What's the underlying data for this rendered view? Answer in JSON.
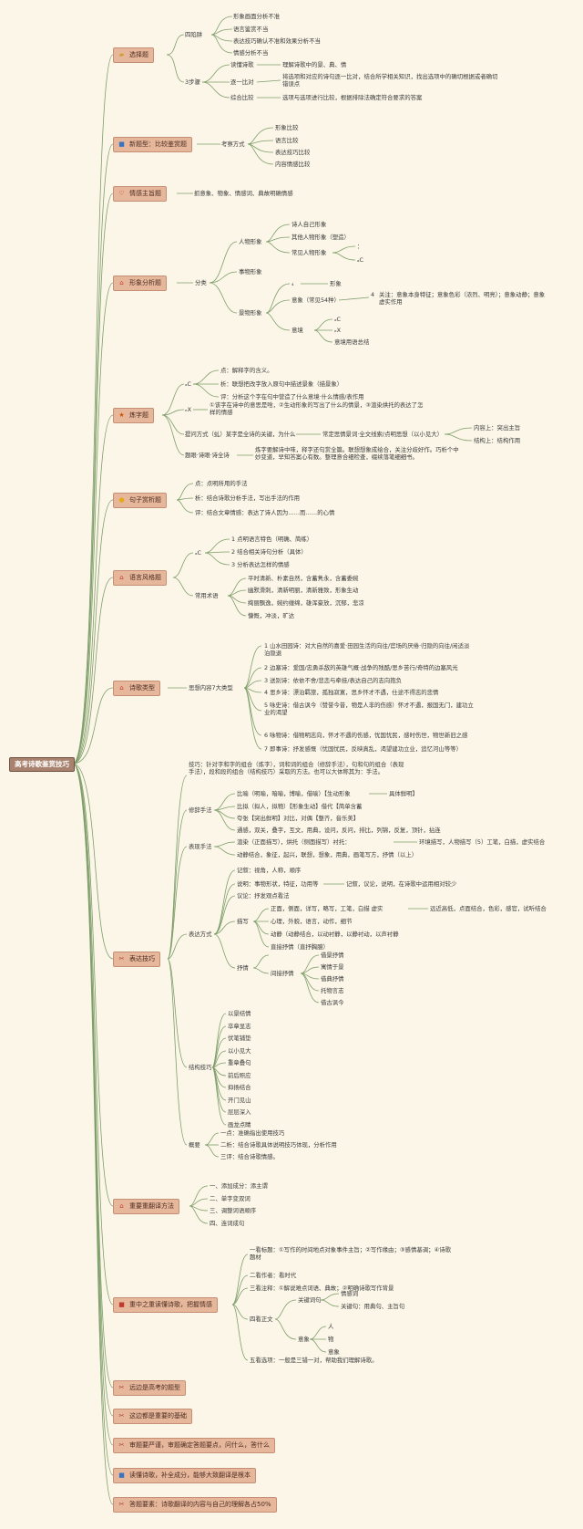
{
  "root": "高考诗歌鉴赏技巧",
  "colors": {
    "background": "#fbf6e8",
    "line": "#7f9e6a",
    "box": "#e7b79c",
    "root": "#a9826f"
  },
  "branches": [
    {
      "title": "选择题",
      "icon": "folder-icon"
    },
    {
      "title": "新题型：比较鉴赏题",
      "icon": "blue-square-icon"
    },
    {
      "title": "情感主旨题",
      "icon": "heart-icon"
    },
    {
      "title": "形象分析题",
      "icon": "home-icon"
    },
    {
      "title": "炼字题",
      "icon": "star-icon"
    },
    {
      "title": "句子赏析题",
      "icon": "bulb-icon"
    },
    {
      "title": "语言风格题",
      "icon": "home-icon"
    },
    {
      "title": "诗歌类型",
      "icon": "home-icon"
    },
    {
      "title": "表达技巧",
      "icon": "tools-icon"
    },
    {
      "title": "重要重翻译方法",
      "icon": "home-icon"
    },
    {
      "title": "重中之重读懂诗歌，把握情感",
      "icon": "red-square-icon"
    },
    {
      "title": "远边是高考的题型",
      "icon": "tools-icon"
    },
    {
      "title": "这边都是重要的基础",
      "icon": "tools-icon"
    },
    {
      "title": "审题要严谨，审题确定答题要点，问什么，答什么",
      "icon": "tools-icon"
    },
    {
      "title": "读懂诗歌，补全成分，能够大致翻译是根本",
      "icon": "blue-square-icon"
    },
    {
      "title": "答题要素：诗歌翻译的内容与自己的理解各占50%",
      "icon": "tools-icon"
    }
  ],
  "nodes": {
    "n1a": "四陷阱",
    "n1b": "形象画面分析不准",
    "n1c": "语言鉴赏不当",
    "n1d": "表达技巧确认不准和效果分析不当",
    "n1e": "情感分析不当",
    "n1f": "3步骤",
    "n1g": "读懂诗歌",
    "n1h": "理解诗歌中的景、典、情",
    "n1i": "逐一比对",
    "n1j": "将选项和对应的诗句逐一比对，结合所学相关知识，找出选项中的确切根据或者确切错误点",
    "n1k": "综合比较",
    "n1l": "选项与选项进行比较，根据排除法确定符合要求的答案",
    "n2a": "考察方式",
    "n2b": "形象比较",
    "n2c": "语言比较",
    "n2d": "表达技巧比较",
    "n2e": "内容情感比较",
    "n3a": "抓意象、物象、情感词、典故明确情感",
    "n4a": "分类",
    "n4b": "人物形象",
    "n4c": "诗人自己形象",
    "n4d": "其他人物形象（塑造）",
    "n4e": "常见人物形象",
    "n4f": "：",
    "n4g": "ₐC",
    "n4h": "事物形象",
    "n4i": "景物形象",
    "n4j": "₄",
    "n4k": "形象",
    "n4l": "意象（常见54种）",
    "n4m": "4",
    "n4n": "关注：意象本身特征；意象色彩（浓烈、明亮）；意象动静；意象虚实作用",
    "n4o": "意境",
    "n4p": "ₐC",
    "n4q": "ₑX",
    "n4r": "意境用语总结",
    "n5a": "ₐC",
    "n5b": "点：解释字的含义。",
    "n5c": "析：联想把改字放入原句中描述景象（描景象）",
    "n5d": "评：分析这个字在句中营造了什么意境·什么情感/表作用",
    "n5e": "ₑX",
    "n5f": "①该字在诗中的意思是啥，②生动形象的写出了什么的情景，③渲染烘托的表达了怎样的情感",
    "n5g": "提问方式（虬）某字是全诗的关键，为什么",
    "n5h": "常定思情景词·全文线索/点明思想（以小见大）",
    "n5i": "内容上：突出主旨",
    "n5j": "结构上：结构作用",
    "n5k": "题眼·诗眼·诗全诗",
    "n5l": "炼字要解诗中味，释字还句赏全篇。联想想象成绘合，关注分歧好作。巧析个中妙变道，早知答案心有数。整理意合细检查，缀续落笔细细书。",
    "n6a": "点：点明所用的手法",
    "n6b": "析：结合诗歌分析手法，写出手法的作用",
    "n6c": "评：结合文章情感：表达了诗人因为……而……的心情",
    "n7a": "ₐC",
    "n7b": "1 点明语言特色（明确、简练）",
    "n7c": "2 结合相关诗句分析（具体）",
    "n7d": "3 分析表达怎样的情感",
    "n7e": "常用术语",
    "n7f": "平时清新、朴素自然，含蓄隽永，含蓄委婉",
    "n7g": "幽默滑刺，清新明丽，清新雅致，形象生动",
    "n7h": "绚丽飘逸，婉约缠绵，雄浑豪放，沉郁，悲凉",
    "n7i": "慷慨，冲淡，旷达",
    "n8a": "思想内容7大类型",
    "n8b": "1 山水田园诗：对大自然的喜爱·田园生活的向往/官场的厌倦·归隐的向往/闲适淡泊隐退",
    "n8c": "2 边塞诗：爱国/忠勇杀敌的英雄气概·战争的残酷/思乡苦行/奇特的边塞风光",
    "n8d": "3 送别诗：依依不舍/悲恋与牵挂/表达自己的志向抱负",
    "n8e": "4 思乡诗：漂泊羁旅，孤独寂寞，思乡怀才不遇，仕途不得志的悲情",
    "n8f": "5 咏史诗：借古讽今（赞誉今昔，物是人非的伤感）怀才不遇，报国无门，建功立业的渴望",
    "n8g": "6 咏物诗：借物明志向，怀才不遇的伤感，忧国忧民，感时伤世，物世新旧之感",
    "n8h": "7 即事诗：抒发感慨（忧国忧民，反映真乱，渴望建功立业，追忆河山等等）",
    "n9a": "技巧：针对字和字的组合（炼字），词和词的组合（修辞手法），句和句的组合（表现手法），段和段的组合（结构技巧）采取的方法。也可以大体称其为：手法。",
    "n9b": "修辞手法",
    "n9c": "比喻（明喻，暗喻，博喻，借喻）【生动形象",
    "n9d": "具体鲜明】",
    "n9e": "比拟（拟人，拟物）【形象生动】借代【简单含蓄",
    "n9f": "夸张【突出鲜明】对比，对偶【整齐，音乐美】",
    "n9g": "通感，双关，叠字，互文，用典，设问，反问，排比，列锦，反复，顶针，拈连",
    "n9h": "表现手法",
    "n9i": "渲染（正面描写），烘托（侧面描写）衬托：",
    "n9j": "环境描写，人物描写（5）工笔，白描，虚实结合",
    "n9k": "动静结合，象征，起兴，联想，想象，用典，画笔写方，抒情（以上）",
    "n9l": "表达方式",
    "n9m": "记叙：视角，人称，顺序",
    "n9n": "说明：事物形状，特征，功用等",
    "n9o": "记叙，议论，说明，在诗歌中运用相对较少",
    "n9p": "议论：抒发观点看法",
    "n9q": "描写",
    "n9r": "正面，侧面，详写，略写，工笔，白描 虚实",
    "n9s": "远近高低，点面结合，色彩，感官，试听结合",
    "n9t": "心理，外貌，语言，动作，细节",
    "n9u": "动静（动静结合，以动衬静，以静衬动，以声衬静",
    "n9v": "抒情",
    "n9w": "直接抒情（直抒胸臆）",
    "n9x": "间接抒情",
    "n9y": "借景抒情",
    "n9z": "寓情于景",
    "n9aa": "借典抒情",
    "n9ab": "托物言志",
    "n9ac": "借古讽今",
    "n9ad": "结构技巧",
    "n9s1": "以景结情",
    "n9s2": "卒章显志",
    "n9s3": "伏笔铺垫",
    "n9s4": "以小见大",
    "n9s5": "重章叠句",
    "n9s6": "前后照应",
    "n9s7": "抑扬结合",
    "n9s8": "开门见山",
    "n9s9": "层层深入",
    "n9s10": "画龙点睛",
    "n9ae": "概要",
    "n9af": "一点：准确指出使用技巧",
    "n9ag": "二析：结合诗歌具体说明技巧体现，分析作用",
    "n9ah": "三评：结合诗歌情感。",
    "n10a": "一、添加成分：添主谓",
    "n10b": "二、单字变双词",
    "n10c": "三、调整词语顺序",
    "n10d": "四、连词成句",
    "n11a": "一看标题：①写作的时间地点对象事件主旨；②写作缘由；③感情基调；④诗歌题材",
    "n11b": "二看作者：看时代",
    "n11c": "三看注释：①解说难点词语、典故；②明确诗歌写作背景",
    "n11d": "四看正文",
    "n11e": "关键词句",
    "n11f": "情感词",
    "n11g": "关键句：用典句、主旨句",
    "n11h": "意象",
    "n11i": "人",
    "n11j": "物",
    "n11k": "意象",
    "n11l": "五看选项：一般是三错一对，帮助我们理解诗歌。"
  }
}
